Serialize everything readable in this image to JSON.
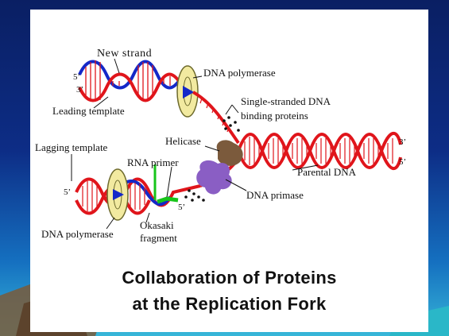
{
  "labels": {
    "new_strand": "New strand",
    "dna_polymerase_top": "DNA polymerase",
    "leading_template": "Leading template",
    "ssb": [
      "Single-stranded DNA",
      "binding proteins"
    ],
    "helicase": "Helicase",
    "lagging_template": "Lagging template",
    "rna_primer": "RNA primer",
    "parental_dna": "Parental DNA",
    "dna_primase": "DNA primase",
    "dna_polymerase_bottom": "DNA polymerase",
    "okazaki": [
      "Okasaki",
      "fragment"
    ]
  },
  "ends": {
    "top_5": "5’",
    "top_3": "3’",
    "right_3": "3’",
    "right_5": "5’",
    "bottom_5_left": "5’",
    "bottom_5_mid": "5’"
  },
  "caption": {
    "line1": "Collaboration of Proteins",
    "line2": "at the Replication Fork"
  },
  "colors": {
    "parental_strand": "#e0151b",
    "new_strand": "#1428c8",
    "rna_primer": "#17c51a",
    "polymerase_clamp": "#f2eaa0",
    "helicase": "#7b5a3c",
    "primase": "#8a5ec4"
  }
}
